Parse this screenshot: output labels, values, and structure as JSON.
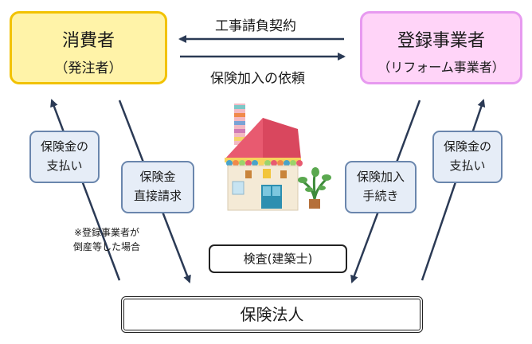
{
  "nodes": {
    "consumer": {
      "name": "消費者",
      "sub": "（発注者）"
    },
    "company": {
      "name": "登録事業者",
      "sub": "（リフォーム事業者）"
    },
    "insurer": {
      "name": "保険法人"
    }
  },
  "edges": {
    "contract": "工事請負契約",
    "insurance_request": "保険加入の依頼",
    "payment_left": [
      "保険金の",
      "支払い"
    ],
    "direct_claim": [
      "保険金",
      "直接請求"
    ],
    "enrollment": [
      "保険加入",
      "手続き"
    ],
    "payment_right": [
      "保険金の",
      "支払い"
    ],
    "inspection": "検査(建築士)"
  },
  "note": [
    "※登録事業者が",
    "倒産等した場合"
  ],
  "colors": {
    "consumer_fill": "#fff3a8",
    "consumer_border": "#f2c200",
    "company_fill": "#ffd4f8",
    "company_border": "#e79af0",
    "side_fill": "#e6edf7",
    "side_border": "#6a86ad",
    "arrow": "#2b3a55"
  },
  "icons": {
    "center": "house-icon"
  }
}
